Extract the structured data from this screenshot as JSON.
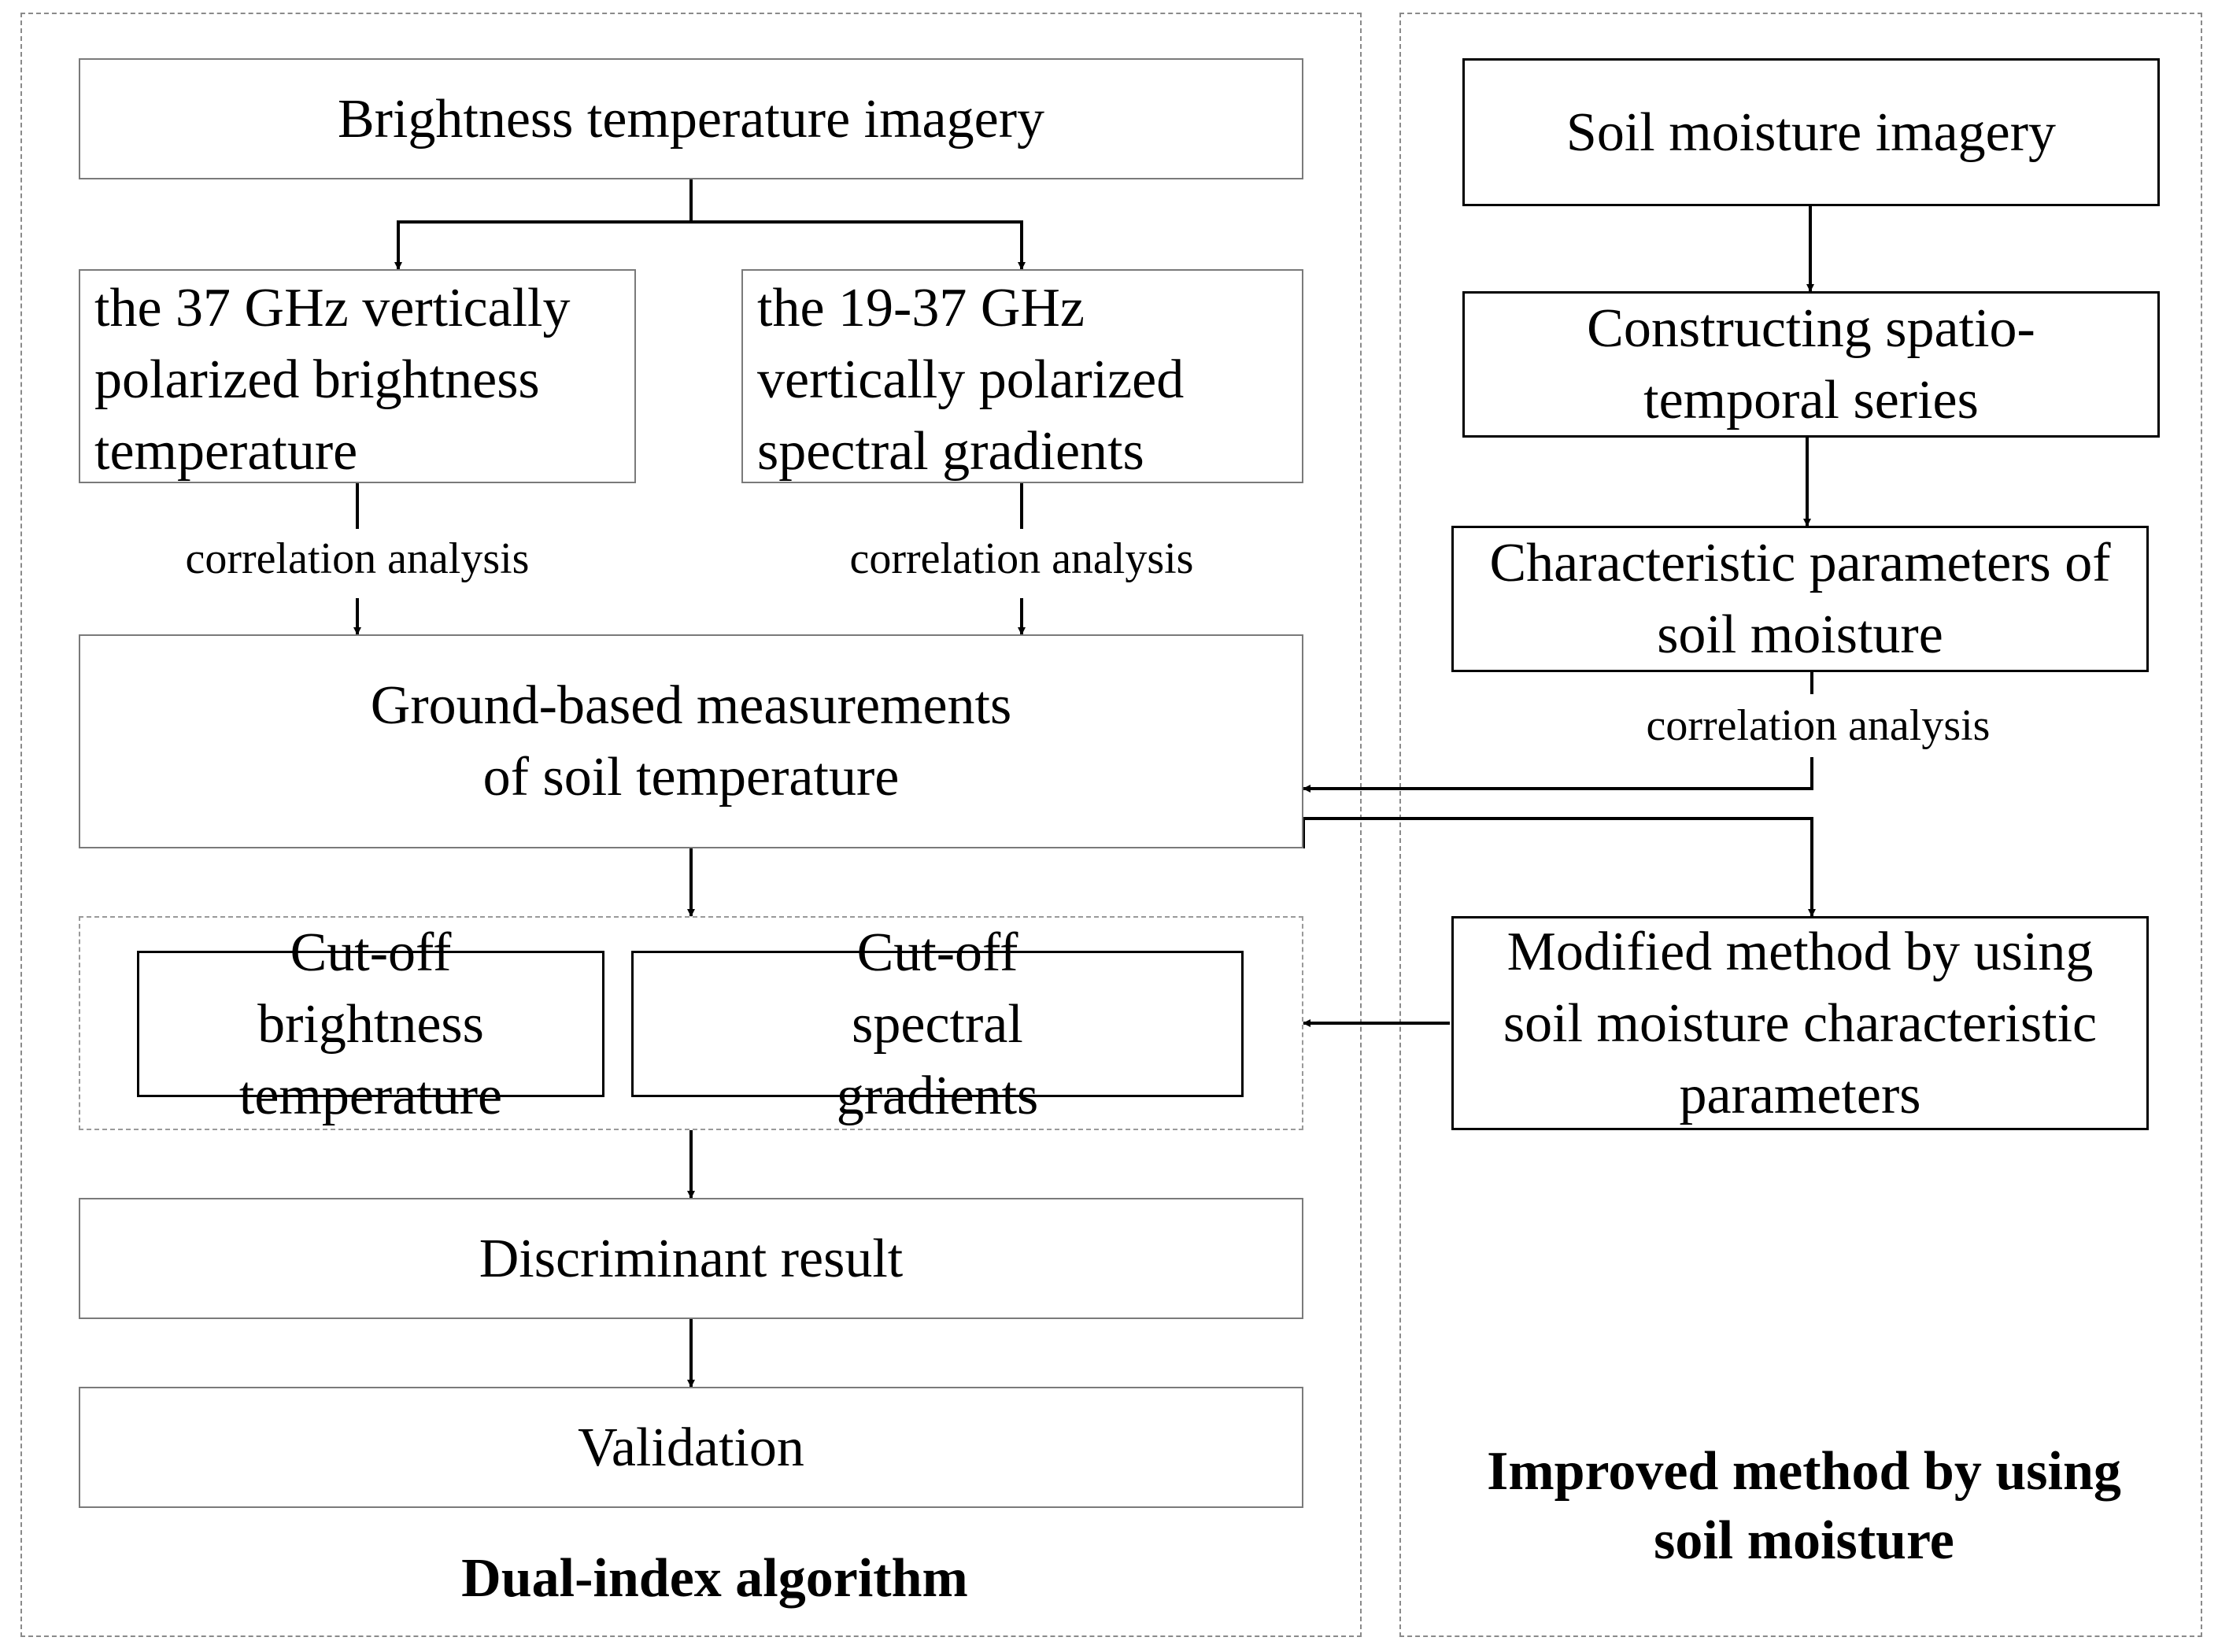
{
  "left_panel": {
    "caption": "Dual-index algorithm",
    "nodes": {
      "brightness_imagery": "Brightness temperature imagery",
      "tb37v": "the 37 GHz vertically polarized brightness temperature",
      "sg19_37v": "the 19-37 GHz vertically polarized spectral gradients",
      "ground_measurements": "Ground-based measurements of soil temperature",
      "cutoff_brightness": "Cut-off brightness temperature",
      "cutoff_spectral": "Cut-off spectral gradients",
      "discriminant_result": "Discriminant result",
      "validation": "Validation"
    },
    "edge_labels": {
      "left": "correlation analysis",
      "right": "correlation analysis"
    }
  },
  "right_panel": {
    "caption": "Improved method by using soil moisture",
    "nodes": {
      "soil_moisture_imagery": "Soil moisture imagery",
      "constructing_series": "Constructing spatio-temporal series",
      "characteristic_parameters": "Characteristic parameters of soil moisture",
      "modified_method": "Modified method by using soil moisture characteristic parameters"
    },
    "edge_labels": {
      "params_to_ground": "correlation analysis"
    }
  }
}
